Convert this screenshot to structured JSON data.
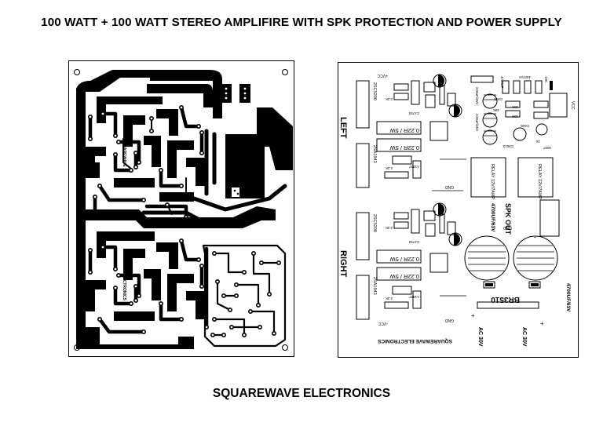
{
  "title": "100 WATT + 100 WATT STEREO AMPLIFIRE WITH SPK PROTECTION AND POWER SUPPLY",
  "footer": "SQUAREWAVE ELECTRONICS",
  "copper": {
    "brand_top": "SQUAREWAVE",
    "brand_bottom": "ELECTRONICS"
  },
  "silk": {
    "brand": "SQUAREWAVE ELECTRONICS",
    "left": "LEFT",
    "right": "RIGHT",
    "vcc_top": "+VCC",
    "vcc_bottom": "-VCC",
    "vcc_right": "VCC",
    "gnd_1": "GND",
    "gnd_2": "GND",
    "gnd_3": "GND",
    "spk_out": "SPK OUT",
    "bridge": "BR3510",
    "cap_main_1": "4700UF/63V",
    "cap_main_2": "4700UF/63V",
    "ac_1": "AC 30V",
    "ac_2": "AC 30V",
    "res_1": "0.22R / 5W",
    "res_2": "0.22R / 5W",
    "res_3": "0.22R / 5W",
    "res_4": "0.22R / 5W",
    "trans_1": "2SC5200",
    "trans_2": "2SA1943",
    "trans_3": "2SC5200",
    "trans_4": "2SA1943",
    "relay_1": "RELAY 12V/7AMP",
    "relay_2": "RELAY 12V/7AMP",
    "cap_1": "220uF/35V",
    "cap_2": "220uF/35V",
    "cap_3": "4700uF",
    "diode": "4007x4",
    "r10k_1": "10K",
    "r10k_2": "10K",
    "r10k_3": "10K",
    "tr_1": "C945",
    "tr_2": "C945",
    "tr_3": "C9012",
    "r_39k": "39K",
    "r_4007": "4007",
    "r_1k": "1K",
    "r_22k_1": "2.2K",
    "r_22k_2": "2.2K",
    "r_22k_3": "2.2K",
    "r_22k_4": "2.2K",
    "ic_1": "C4793",
    "ic_2": "C4793",
    "ic_3": "A1837",
    "ic_4": "A1837",
    "plus": "+",
    "plus2": "+",
    "minus": "-",
    "colors": {
      "ink": "#000000",
      "paper": "#ffffff"
    }
  }
}
